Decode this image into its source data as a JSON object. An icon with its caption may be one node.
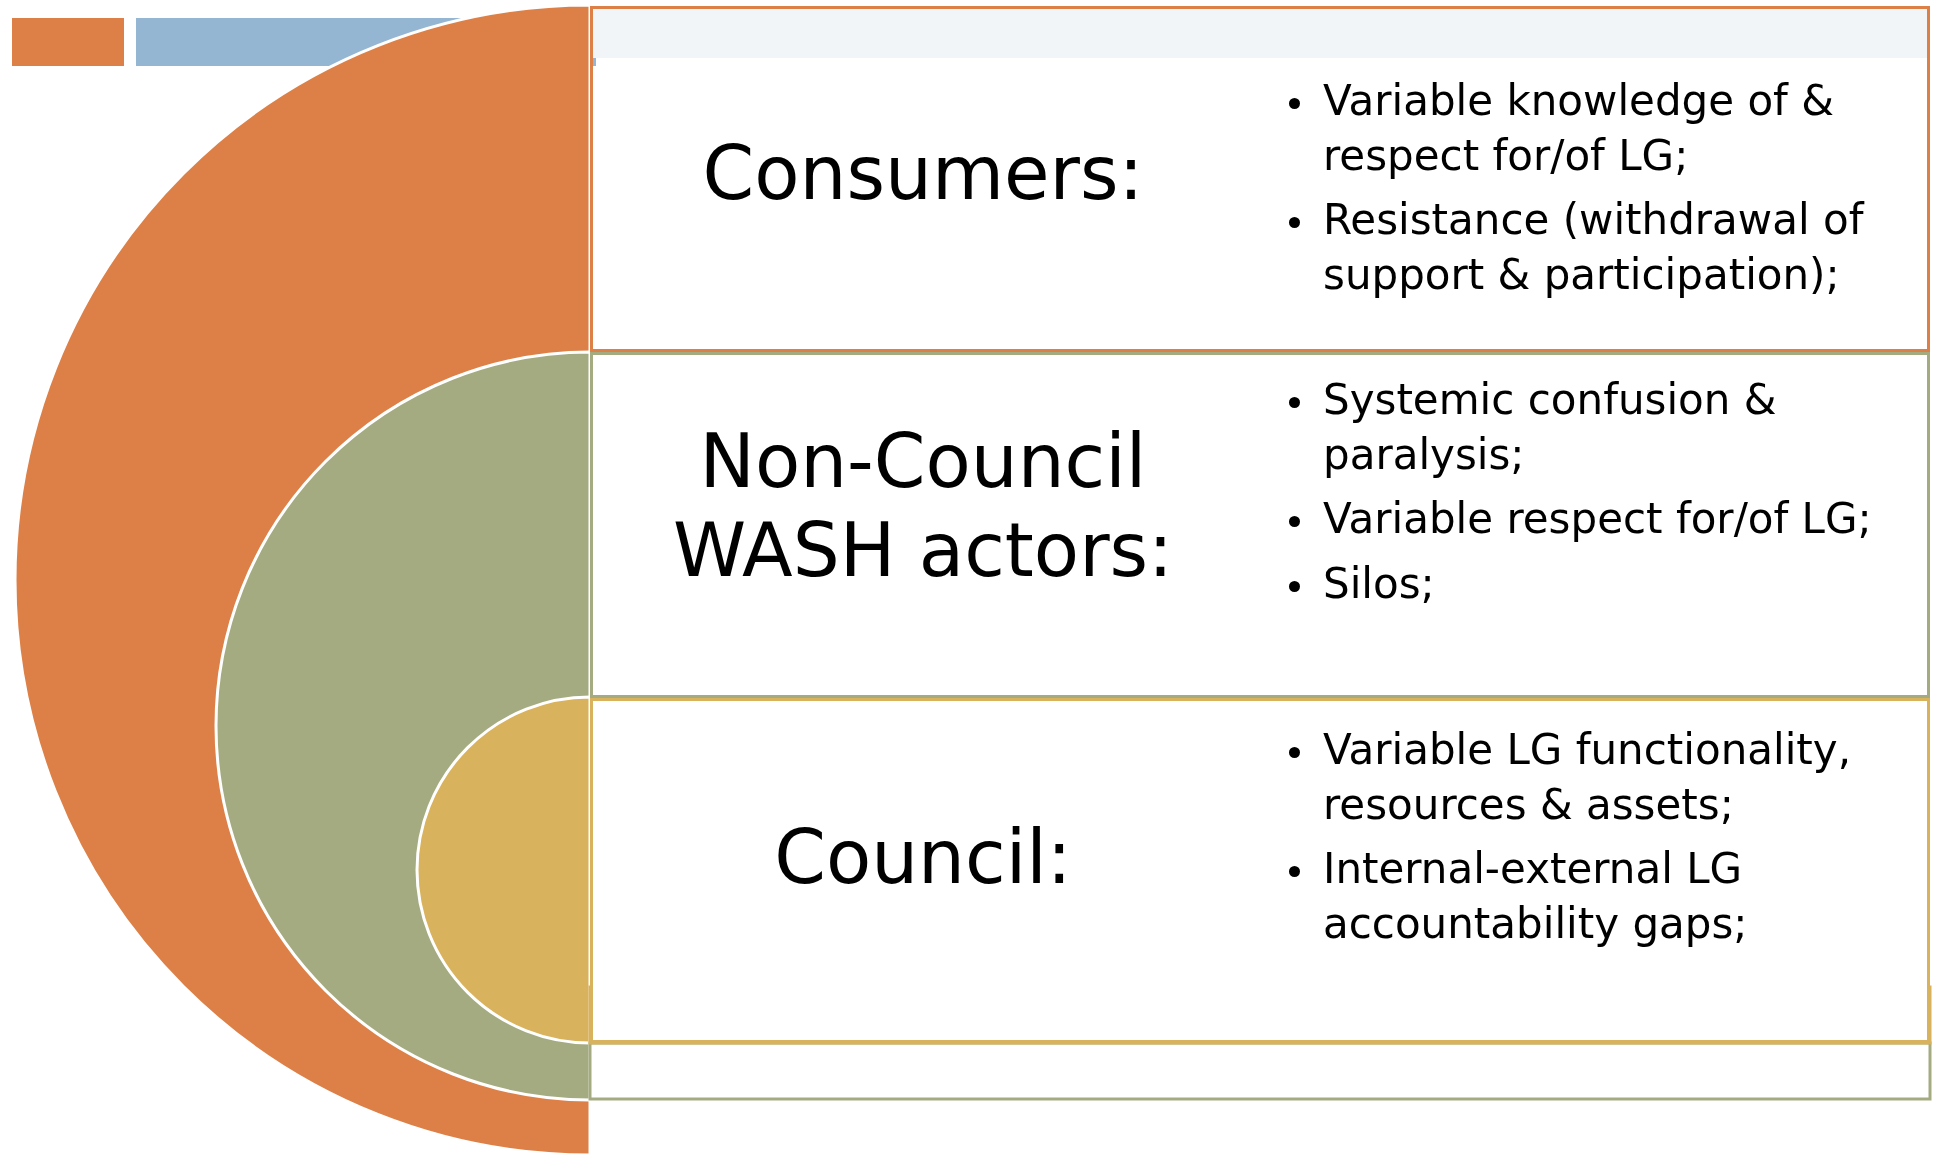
{
  "diagram": {
    "nodes": [
      {
        "text": [
          "Consumers:",
          "Variable knowledge of & respect for/of LG;",
          "Resistance (withdrawal of support & participation);"
        ]
      },
      {
        "text": [
          "Non-Council WASH actors:",
          "Systemic confusion & paralysis;",
          "Variable respect for/of LG;",
          "Silos;"
        ]
      },
      {
        "text": [
          "Council:",
          "Variable LG functionality, resources & assets;",
          "Internal-external LG accountability gaps;"
        ]
      }
    ]
  }
}
